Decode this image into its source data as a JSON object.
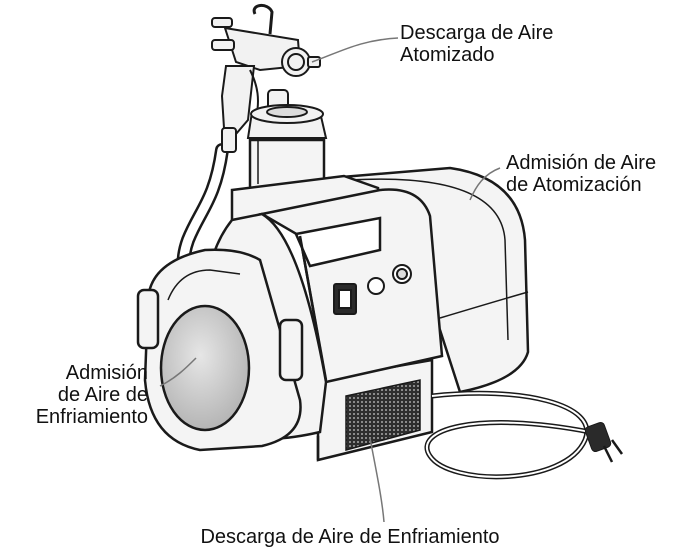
{
  "labels": {
    "atomized_air_discharge": [
      "Descarga de Aire",
      "Atomizado"
    ],
    "atomization_air_intake": [
      "Admisión de Aire",
      "de Atomización"
    ],
    "cooling_air_intake": [
      "Admisión",
      "de Aire de",
      "Enfriamiento"
    ],
    "cooling_air_discharge": [
      "Descarga de Aire de Enfriamiento"
    ]
  },
  "colors": {
    "outline": "#1a1a1a",
    "housing_fill": "#f4f4f4",
    "intake_disc": "#c8c8c8",
    "grille": "#3a3a3a"
  },
  "icons": [
    "spray-gun-icon",
    "turbine-unit-icon",
    "power-switch-icon",
    "power-cord-plug-icon"
  ]
}
